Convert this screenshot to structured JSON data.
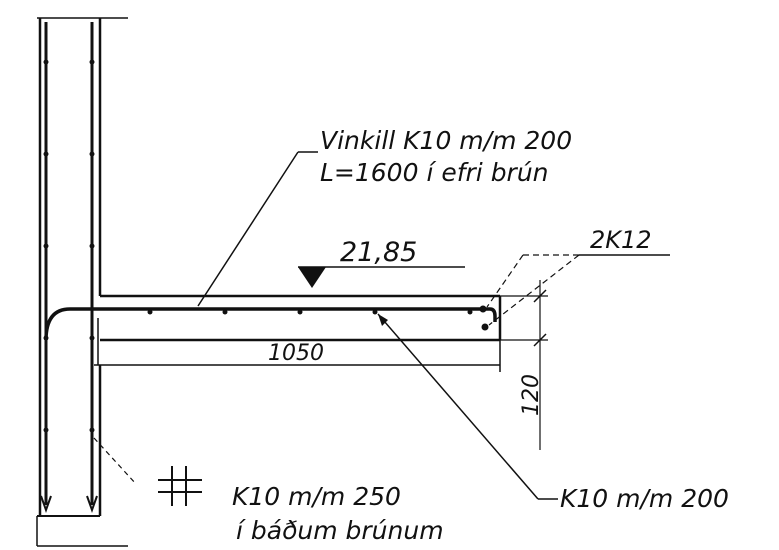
{
  "annotations": {
    "angle_bar_line1": "Vinkill K10 m/m 200",
    "angle_bar_line2": "L=1600 í efri brún",
    "level": "21,85",
    "edge_bars": "2K12",
    "slab_length": "1050",
    "slab_thickness": "120",
    "wall_mesh_line1": "K10 m/m 250",
    "wall_mesh_line2": "í báðum brúnum",
    "bottom_bars": "K10 m/m 200"
  }
}
